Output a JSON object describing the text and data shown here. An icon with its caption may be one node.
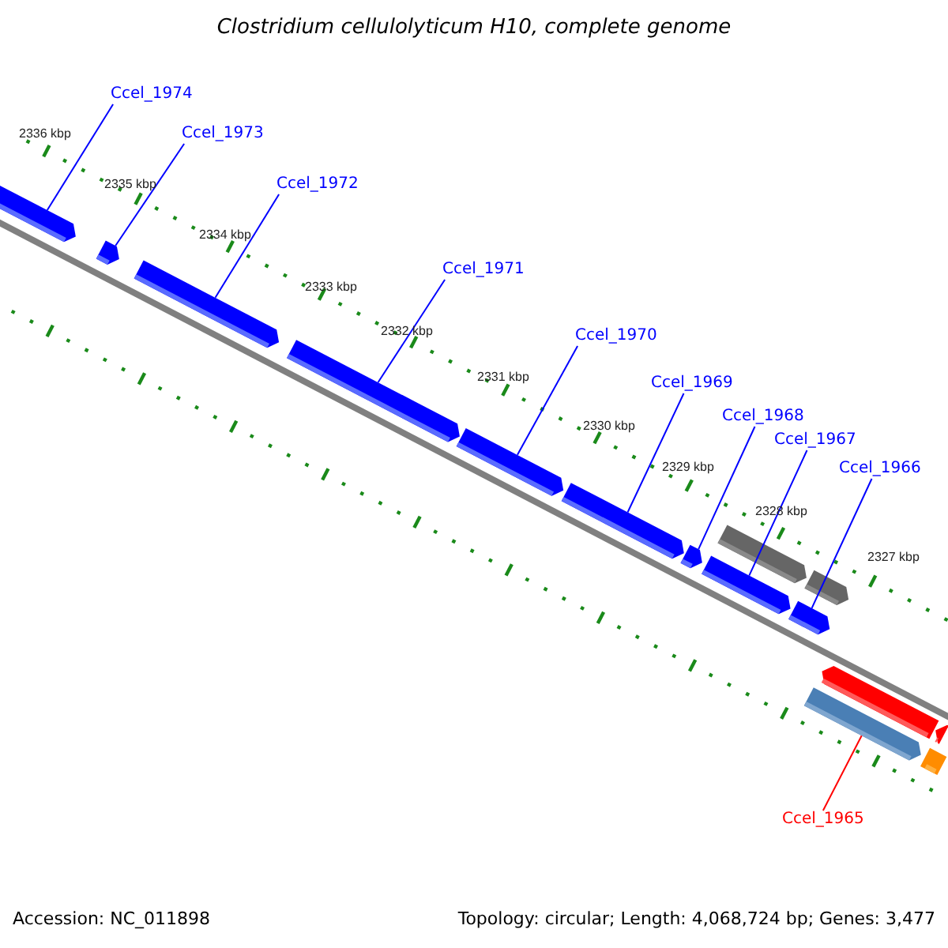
{
  "diagram": {
    "title": "Clostridium cellulolyticum H10, complete genome",
    "nodes": [
      {
        "text": [
          "Ccel_1974"
        ]
      },
      {
        "text": [
          "Ccel_1973"
        ]
      },
      {
        "text": [
          "Ccel_1972"
        ]
      },
      {
        "text": [
          "Ccel_1971"
        ]
      },
      {
        "text": [
          "Ccel_1970"
        ]
      },
      {
        "text": [
          "Ccel_1969"
        ]
      },
      {
        "text": [
          "Ccel_1968"
        ]
      },
      {
        "text": [
          "Ccel_1967"
        ]
      },
      {
        "text": [
          "Ccel_1966"
        ]
      },
      {
        "text": [
          "Ccel_1965"
        ]
      },
      {
        "text": [],
        "shape": "bar"
      },
      {
        "text": [],
        "shape": "bar"
      },
      {
        "text": [],
        "shape": "bar"
      },
      {
        "text": [],
        "shape": "bar"
      },
      {
        "text": [],
        "shape": "bar"
      },
      {
        "text": [],
        "shape": "bar"
      },
      {
        "text": [],
        "shape": "bar"
      },
      {
        "text": [],
        "shape": "bar"
      },
      {
        "text": [],
        "shape": "bar"
      },
      {
        "text": [],
        "shape": "bar"
      },
      {
        "text": [],
        "shape": "bar"
      },
      {
        "text": [],
        "shape": "bar"
      },
      {
        "text": [],
        "shape": "bar"
      },
      {
        "text": [],
        "shape": "bar"
      },
      {
        "text": [],
        "shape": "bar"
      }
    ],
    "edges": [
      {
        "from": 0,
        "to": 10,
        "arrow": "none"
      },
      {
        "from": 1,
        "to": 11,
        "arrow": "none"
      },
      {
        "from": 2,
        "to": 12,
        "arrow": "none"
      },
      {
        "from": 3,
        "to": 13,
        "arrow": "none"
      },
      {
        "from": 4,
        "to": 14,
        "arrow": "none"
      },
      {
        "from": 5,
        "to": 15,
        "arrow": "none"
      },
      {
        "from": 6,
        "to": 16,
        "arrow": "none"
      },
      {
        "from": 7,
        "to": 18,
        "arrow": "none"
      },
      {
        "from": 8,
        "to": 20,
        "arrow": "none"
      },
      {
        "from": 9,
        "to": 22,
        "arrow": "none",
        "color": "#ff0000"
      }
    ],
    "labels": [
      "2336 kbp",
      "2335 kbp",
      "2334 kbp",
      "2333 kbp",
      "2332 kbp",
      "2331 kbp",
      "2330 kbp",
      "2329 kbp",
      "2328 kbp",
      "2327 kbp",
      "Accession: NC_011898",
      "Topology: circular; Length: 4,068,724 bp; Genes: 3,477"
    ]
  }
}
